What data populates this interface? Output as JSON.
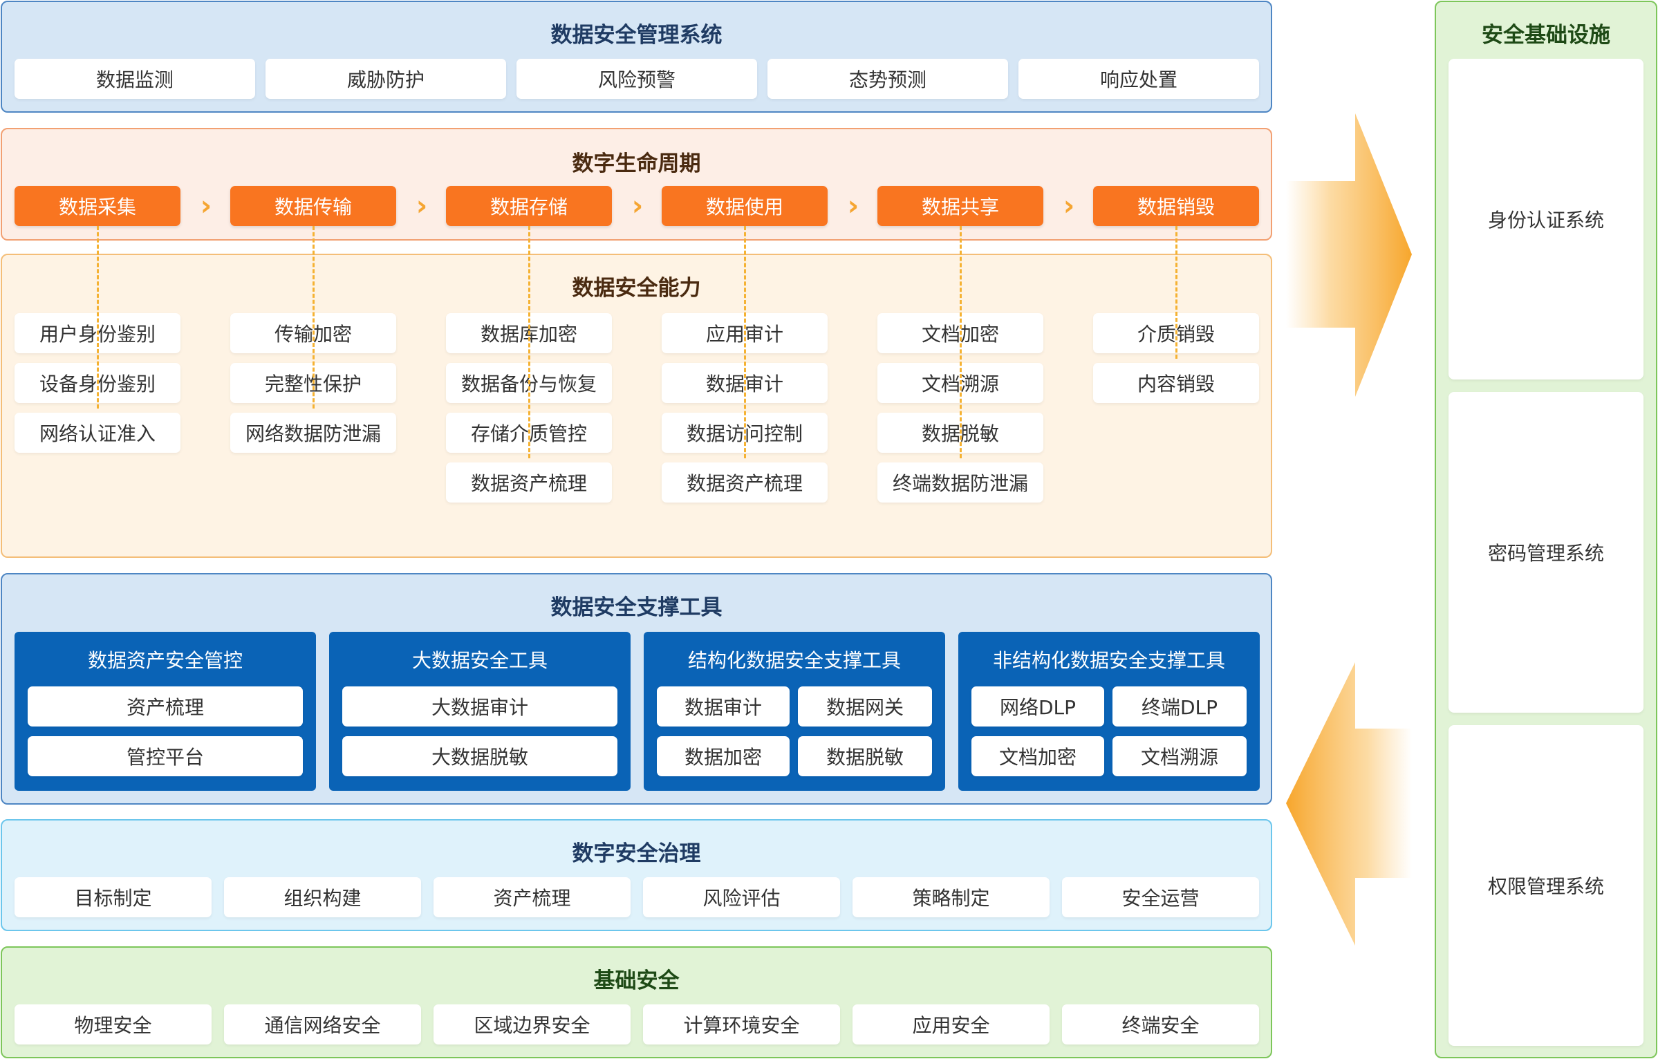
{
  "management": {
    "title": "数据安全管理系统",
    "items": [
      "数据监测",
      "威胁防护",
      "风险预警",
      "态势预测",
      "响应处置"
    ]
  },
  "lifecycle": {
    "title": "数字生命周期",
    "stages": [
      "数据采集",
      "数据传输",
      "数据存储",
      "数据使用",
      "数据共享",
      "数据销毁"
    ]
  },
  "capability": {
    "title": "数据安全能力",
    "columns": [
      [
        "用户身份鉴别",
        "设备身份鉴别",
        "网络认证准入"
      ],
      [
        "传输加密",
        "完整性保护",
        "网络数据防泄漏"
      ],
      [
        "数据库加密",
        "数据备份与恢复",
        "存储介质管控",
        "数据资产梳理"
      ],
      [
        "应用审计",
        "数据审计",
        "数据访问控制",
        "数据资产梳理"
      ],
      [
        "文档加密",
        "文档溯源",
        "数据脱敏",
        "终端数据防泄漏"
      ],
      [
        "介质销毁",
        "内容销毁"
      ]
    ]
  },
  "tools": {
    "title": "数据安全支撑工具",
    "groups": [
      {
        "title": "数据资产安全管控",
        "items": [
          "资产梳理",
          "管控平台"
        ]
      },
      {
        "title": "大数据安全工具",
        "items": [
          "大数据审计",
          "大数据脱敏"
        ]
      },
      {
        "title": "结构化数据安全支撑工具",
        "items": [
          "数据审计",
          "数据网关",
          "数据加密",
          "数据脱敏"
        ]
      },
      {
        "title": "非结构化数据安全支撑工具",
        "items": [
          "网络DLP",
          "终端DLP",
          "文档加密",
          "文档溯源"
        ]
      }
    ]
  },
  "governance": {
    "title": "数字安全治理",
    "items": [
      "目标制定",
      "组织构建",
      "资产梳理",
      "风险评估",
      "策略制定",
      "安全运营"
    ]
  },
  "foundation": {
    "title": "基础安全",
    "items": [
      "物理安全",
      "通信网络安全",
      "区域边界安全",
      "计算环境安全",
      "应用安全",
      "终端安全"
    ]
  },
  "infrastructure": {
    "title": "安全基础设施",
    "items": [
      "身份认证系统",
      "密码管理系统",
      "权限管理系统"
    ]
  },
  "colors": {
    "stage_orange": "#f97520",
    "tool_blue": "#0a63b6",
    "arrow_orange": "#f5a532"
  },
  "icons": {
    "chevron": "chevron-right-icon",
    "arrow_right": "big-arrow-right-icon",
    "arrow_left": "big-arrow-left-icon"
  }
}
